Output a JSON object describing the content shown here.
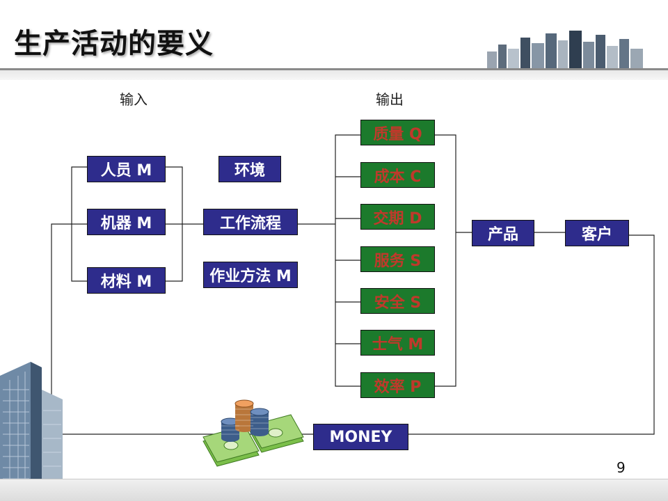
{
  "slide": {
    "title": "生产活动的要义",
    "page_number": "9"
  },
  "labels": {
    "input": "输入",
    "output": "输出"
  },
  "inputs": [
    {
      "label": "人员 M"
    },
    {
      "label": "机器 M"
    },
    {
      "label": "材料 M"
    }
  ],
  "process": [
    {
      "label": "环境"
    },
    {
      "label": "工作流程"
    },
    {
      "label": "作业方法 M"
    }
  ],
  "outputs": [
    {
      "label": "质量 Q"
    },
    {
      "label": "成本 C"
    },
    {
      "label": "交期 D"
    },
    {
      "label": "服务 S"
    },
    {
      "label": "安全 S"
    },
    {
      "label": "士气 M"
    },
    {
      "label": "效率 P"
    }
  ],
  "product": {
    "label": "产品"
  },
  "customer": {
    "label": "客户"
  },
  "money": {
    "label": "MONEY"
  },
  "colors": {
    "blue_box": "#2e2c8c",
    "green_box": "#1c7a2c",
    "output_text": "#c0392b",
    "connector": "#222222"
  }
}
